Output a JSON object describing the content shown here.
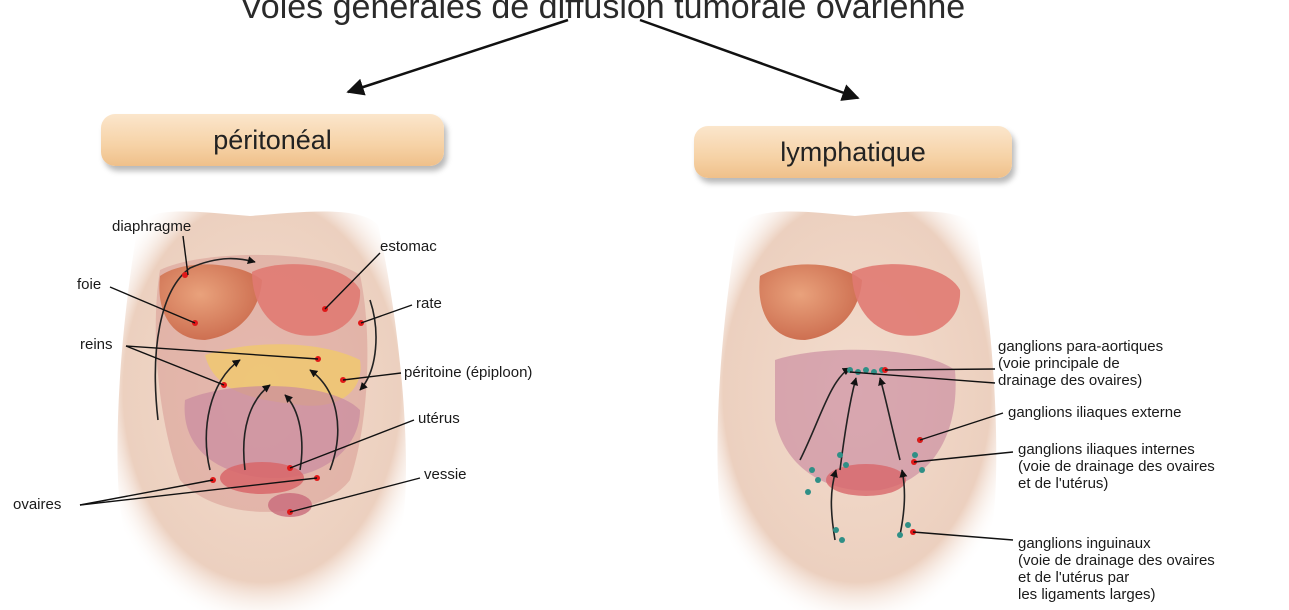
{
  "header": {
    "title": "Voies générales de diffusion tumorale ovarienne"
  },
  "routes": {
    "left": "péritonéal",
    "right": "lymphatique"
  },
  "peritoneal_labels": {
    "diaphragme": "diaphragme",
    "estomac": "estomac",
    "foie": "foie",
    "rate": "rate",
    "reins": "reins",
    "peritoine": "péritoine (épiploon)",
    "uterus": "utérus",
    "vessie": "vessie",
    "ovaires": "ovaires"
  },
  "lymphatic_labels": {
    "para_aortiques": [
      "ganglions para-aortiques",
      "(voie principale de",
      "drainage des ovaires)"
    ],
    "iliaques_externe": "ganglions iliaques externe",
    "iliaques_internes": [
      "ganglions iliaques internes",
      "(voie de drainage des ovaires",
      "et de l'utérus)"
    ],
    "inguinaux": [
      "ganglions inguinaux",
      "(voie de drainage des ovaires",
      "et de l'utérus par",
      "les ligaments larges)"
    ]
  }
}
